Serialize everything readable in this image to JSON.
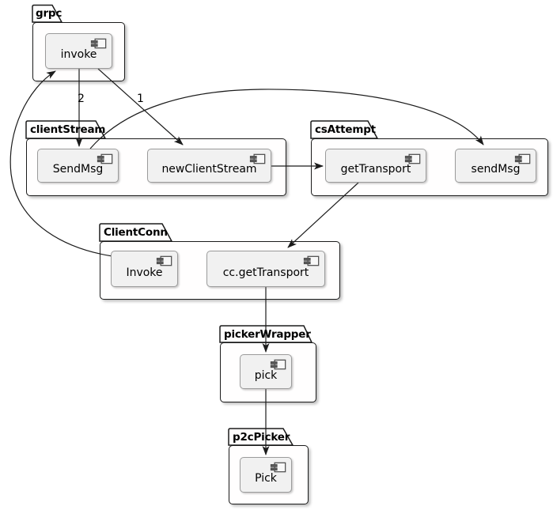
{
  "diagram": {
    "type": "uml-package-component-diagram",
    "subject": "grpc client call flow",
    "packages": [
      {
        "label": "grpc",
        "components": [
          {
            "label": "invoke"
          }
        ]
      },
      {
        "label": "clientStream",
        "components": [
          {
            "label": "SendMsg"
          },
          {
            "label": "newClientStream"
          }
        ]
      },
      {
        "label": "csAttempt",
        "components": [
          {
            "label": "getTransport"
          },
          {
            "label": "sendMsg"
          }
        ]
      },
      {
        "label": "ClientConn",
        "components": [
          {
            "label": "Invoke"
          },
          {
            "label": "cc.getTransport"
          }
        ]
      },
      {
        "label": "pickerWrapper",
        "components": [
          {
            "label": "pick"
          }
        ]
      },
      {
        "label": "p2cPicker",
        "components": [
          {
            "label": "Pick"
          }
        ]
      }
    ],
    "edges": [
      {
        "from": "grpc.invoke",
        "to": "clientStream.newClientStream",
        "label": "1"
      },
      {
        "from": "grpc.invoke",
        "to": "clientStream.SendMsg",
        "label": "2"
      },
      {
        "from": "clientStream.SendMsg",
        "to": "csAttempt.sendMsg",
        "label": ""
      },
      {
        "from": "clientStream.newClientStream",
        "to": "csAttempt.getTransport",
        "label": ""
      },
      {
        "from": "csAttempt.getTransport",
        "to": "ClientConn.cc.getTransport",
        "label": ""
      },
      {
        "from": "ClientConn.cc.getTransport",
        "to": "pickerWrapper.pick",
        "label": ""
      },
      {
        "from": "pickerWrapper.pick",
        "to": "p2cPicker.Pick",
        "label": ""
      },
      {
        "from": "ClientConn.Invoke",
        "to": "grpc.invoke",
        "label": ""
      }
    ],
    "colors": {
      "background": "#ffffff",
      "package_fill": "#fffefe",
      "package_border": "#1b1b1b",
      "component_fill": "#f1f1f1",
      "component_border": "#9b9b9b",
      "line": "#1b1b1b",
      "text": "#000000"
    }
  }
}
